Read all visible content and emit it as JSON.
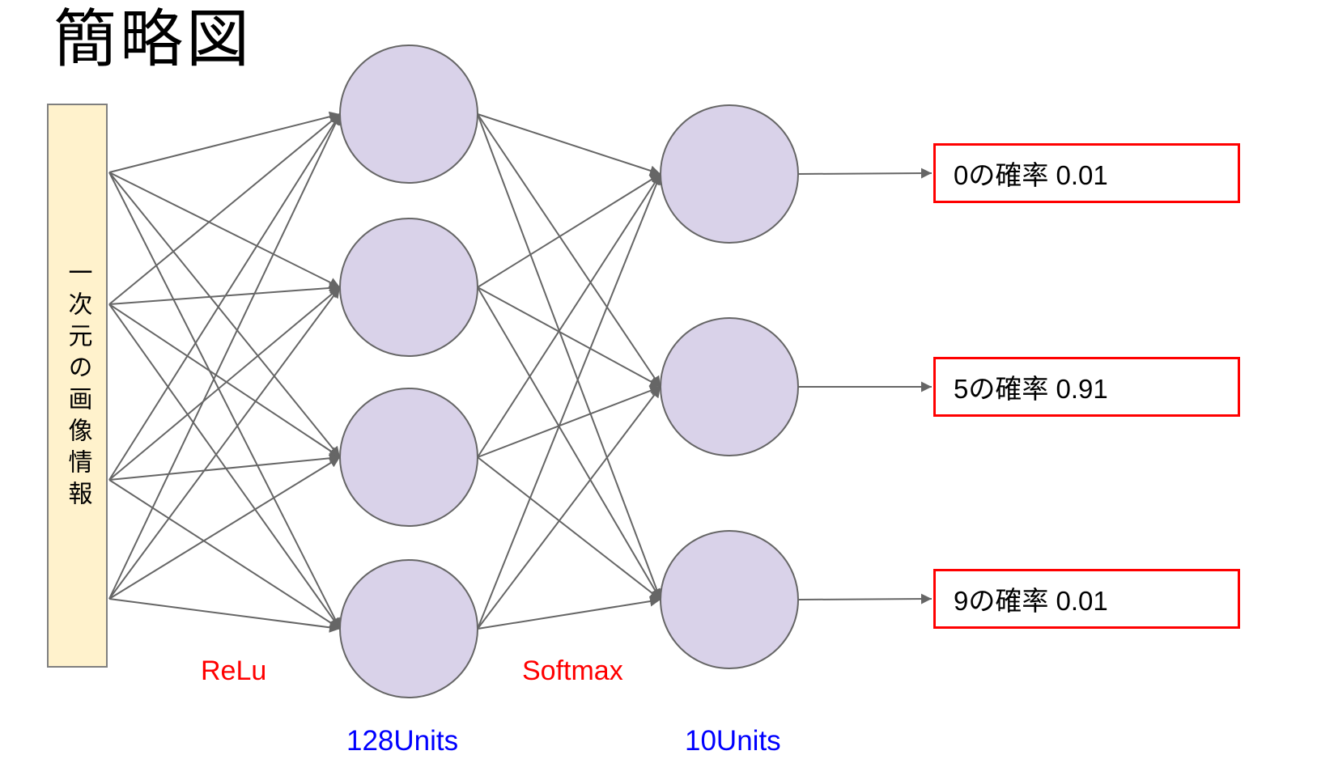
{
  "title": "簡略図",
  "input": {
    "label": "一次元の画像情報"
  },
  "layers": {
    "hidden": {
      "activation_label": "ReLu",
      "units_label": "128Units",
      "drawn_nodes": 4
    },
    "output": {
      "activation_label": "Softmax",
      "units_label": "10Units",
      "drawn_nodes": 3
    }
  },
  "outputs": [
    {
      "label": "0の確率 0.01"
    },
    {
      "label": "5の確率 0.91"
    },
    {
      "label": "9の確率 0.01"
    }
  ],
  "colors": {
    "node_fill": "#d9d2e9",
    "node_stroke": "#666666",
    "edge": "#666666",
    "input_fill": "#fff2cc",
    "input_stroke": "#7f7f7f",
    "box_border": "#ff0000",
    "activation_text": "#ff0000",
    "units_text": "#0000ff",
    "title_text": "#000000"
  }
}
